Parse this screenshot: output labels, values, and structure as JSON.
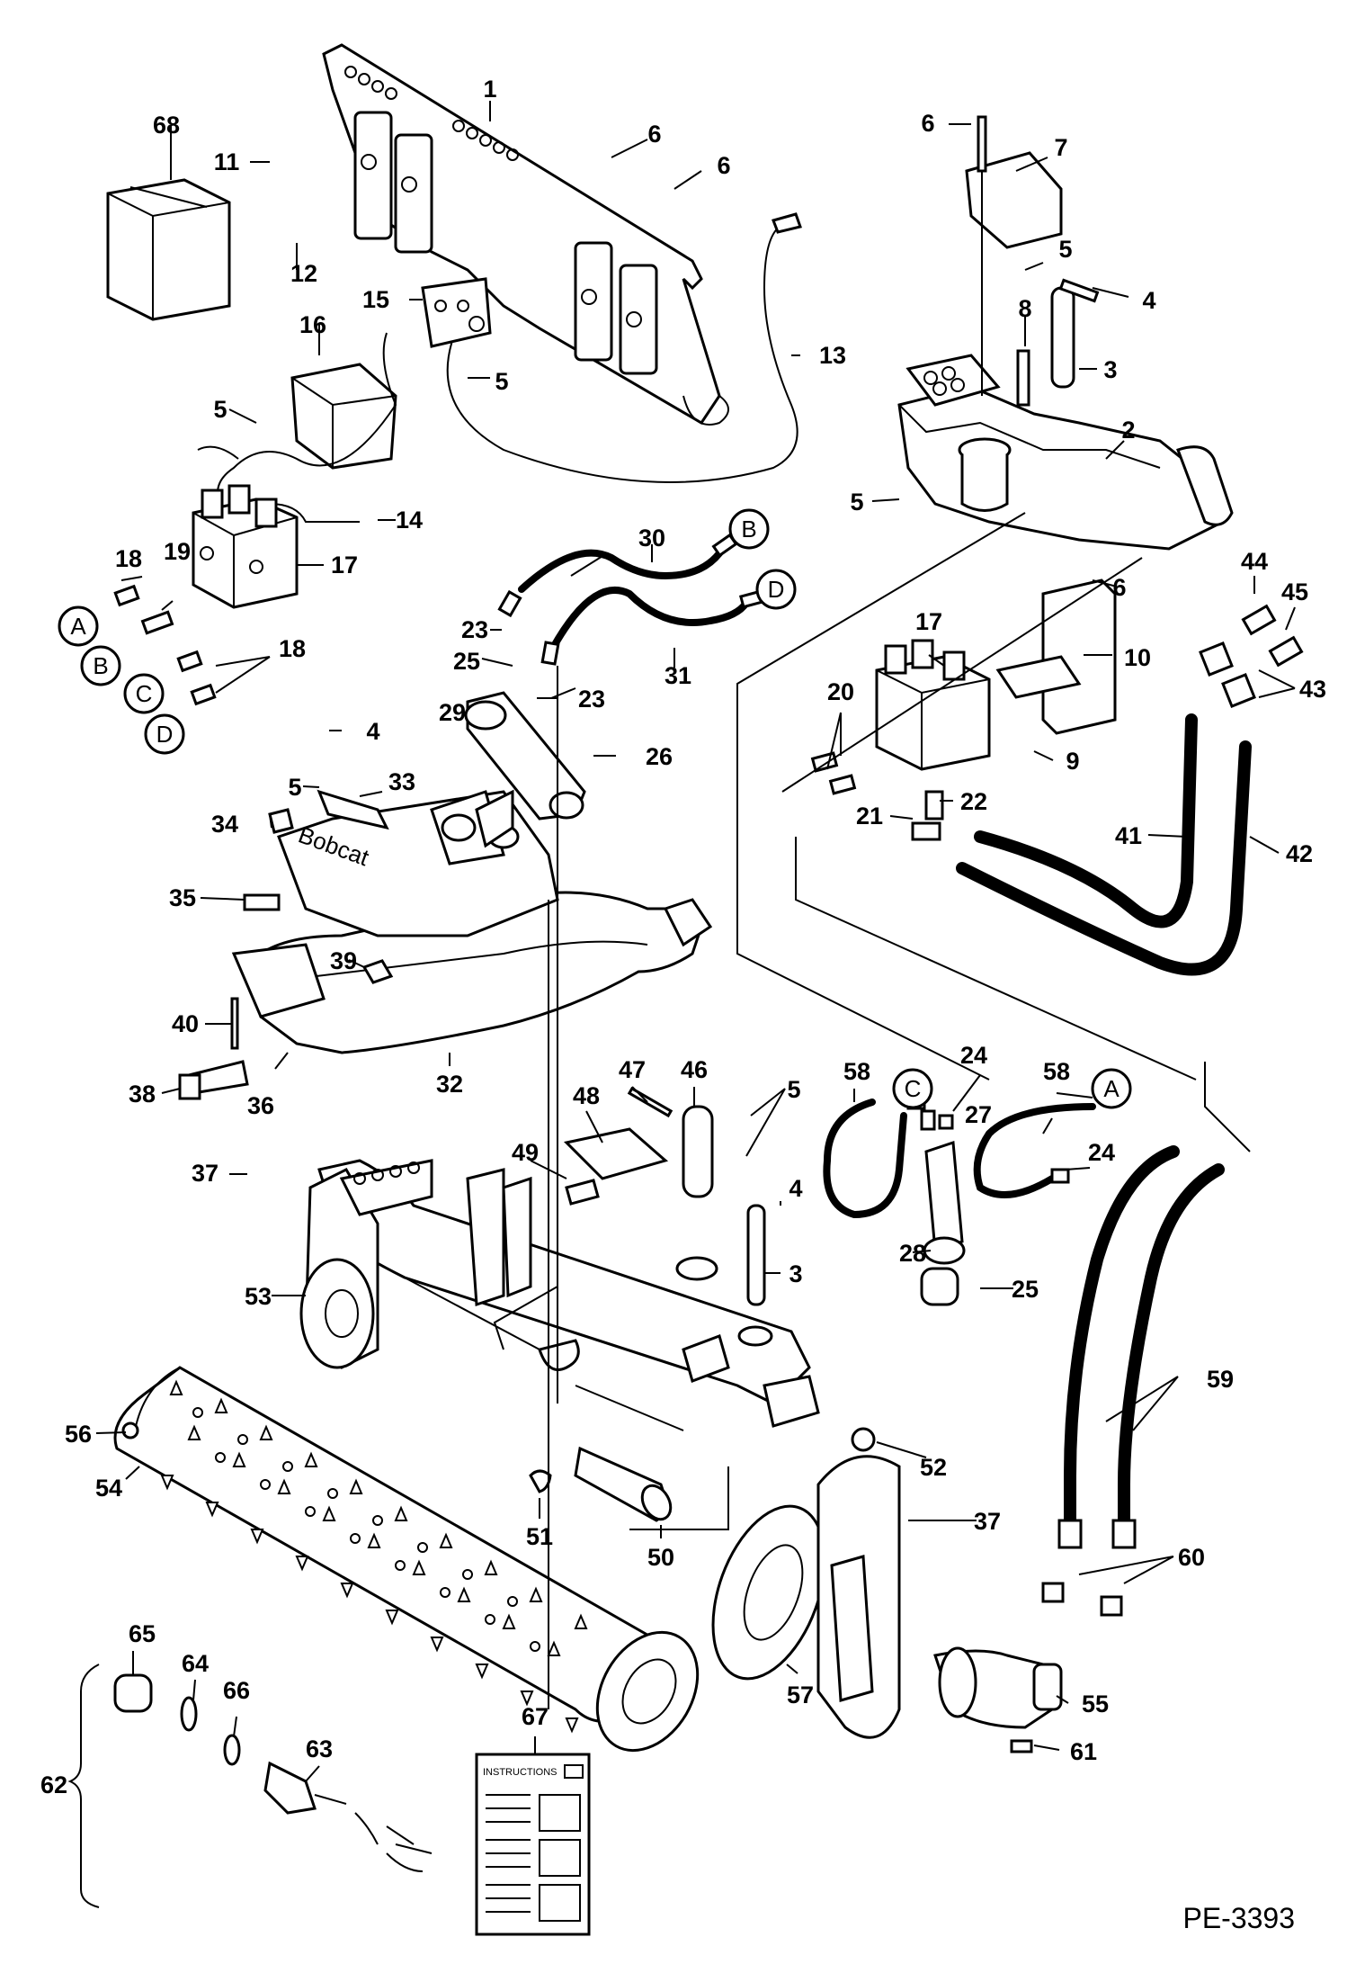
{
  "drawing_code": "PE-3393",
  "instructions_label": "INSTRUCTIONS",
  "decal_text": "Bobcat",
  "connector_letters": [
    "A",
    "B",
    "C",
    "D",
    "C",
    "A",
    "B",
    "D"
  ],
  "callouts": [
    "68",
    "1",
    "6",
    "6",
    "6",
    "7",
    "5",
    "4",
    "8",
    "3",
    "2",
    "5",
    "11",
    "12",
    "15",
    "16",
    "5",
    "13",
    "5",
    "14",
    "18",
    "19",
    "17",
    "A",
    "B",
    "C",
    "D",
    "18",
    "30",
    "B",
    "D",
    "23",
    "25",
    "23",
    "31",
    "29",
    "26",
    "17",
    "10",
    "9",
    "6",
    "44",
    "45",
    "43",
    "20",
    "22",
    "21",
    "41",
    "42",
    "4",
    "33",
    "5",
    "34",
    "35",
    "39",
    "40",
    "38",
    "36",
    "32",
    "47",
    "46",
    "5",
    "48",
    "49",
    "58",
    "24",
    "27",
    "58",
    "24",
    "37",
    "4",
    "3",
    "28",
    "25",
    "53",
    "56",
    "54",
    "51",
    "50",
    "52",
    "37",
    "59",
    "60",
    "57",
    "55",
    "61",
    "65",
    "64",
    "66",
    "63",
    "67",
    "62"
  ]
}
